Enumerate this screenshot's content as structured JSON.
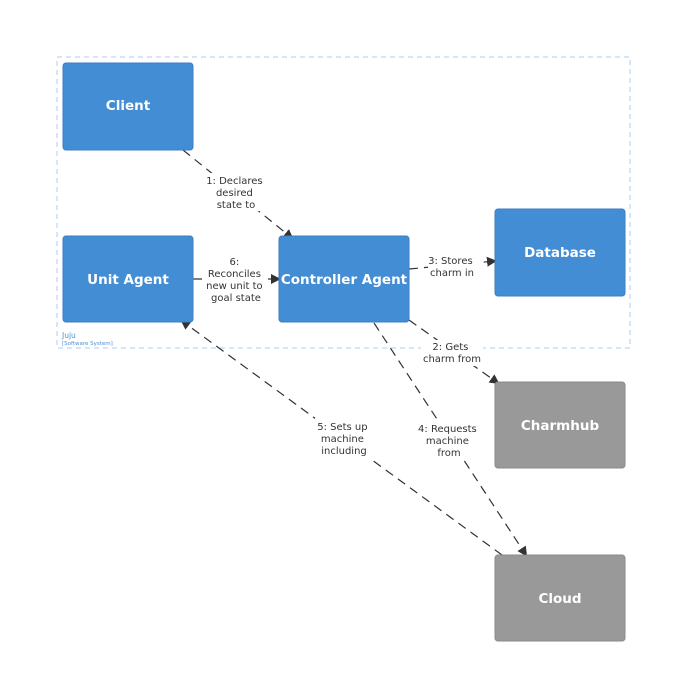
{
  "boundary": {
    "name": "Juju",
    "type": "[Software System]"
  },
  "nodes": {
    "client": {
      "label": "Client",
      "color": "#438dd5"
    },
    "unit_agent": {
      "label": "Unit Agent",
      "color": "#438dd5"
    },
    "controller_agent": {
      "label": "Controller Agent",
      "color": "#438dd5"
    },
    "database": {
      "label": "Database",
      "color": "#438dd5"
    },
    "charmhub": {
      "label": "Charmhub",
      "color": "#999999"
    },
    "cloud": {
      "label": "Cloud",
      "color": "#999999"
    }
  },
  "edges": {
    "e1": [
      "1: Declares",
      "desired",
      "state to"
    ],
    "e6": [
      "6:",
      "Reconciles",
      "new unit to",
      "goal state"
    ],
    "e3": [
      "3: Stores",
      "charm in"
    ],
    "e2": [
      "2: Gets",
      "charm from"
    ],
    "e4": [
      "4: Requests",
      "machine",
      "from"
    ],
    "e5": [
      "5: Sets up",
      "machine",
      "including"
    ]
  }
}
